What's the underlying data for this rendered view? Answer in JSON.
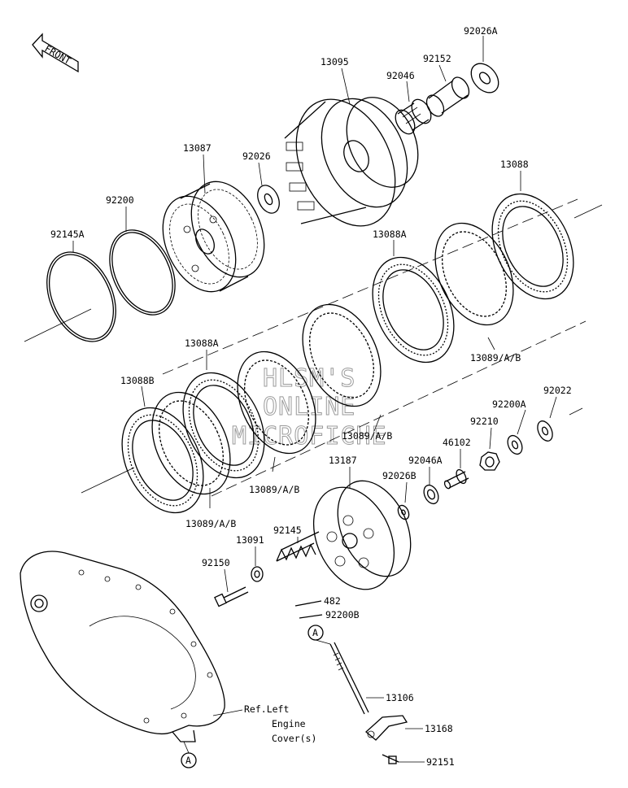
{
  "watermark": [
    "HLSM'S",
    "ONLINE",
    "MICROFICHE"
  ],
  "front_label": "FRONT",
  "callout_letter": "A",
  "ref_note": [
    "Ref.Left",
    "Engine",
    "Cover(s)"
  ],
  "part_numbers": {
    "p92026A": "92026A",
    "p92152": "92152",
    "p13095": "13095",
    "p92046": "92046",
    "p13087": "13087",
    "p92026": "92026",
    "p13088": "13088",
    "p92200": "92200",
    "p92145A": "92145A",
    "p13088A_top": "13088A",
    "p13089_right": "13089/A/B",
    "p13088A_left": "13088A",
    "p13088B": "13088B",
    "p92022": "92022",
    "p92200A": "92200A",
    "p92210": "92210",
    "p13089_mid": "13089/A/B",
    "p46102": "46102",
    "p92046A": "92046A",
    "p13187": "13187",
    "p92026B": "92026B",
    "p13089_lower": "13089/A/B",
    "p13089_bottom": "13089/A/B",
    "p92145": "92145",
    "p13091": "13091",
    "p92150": "92150",
    "p482": "482",
    "p92200B": "92200B",
    "p13106": "13106",
    "p13168": "13168",
    "p92151": "92151"
  }
}
